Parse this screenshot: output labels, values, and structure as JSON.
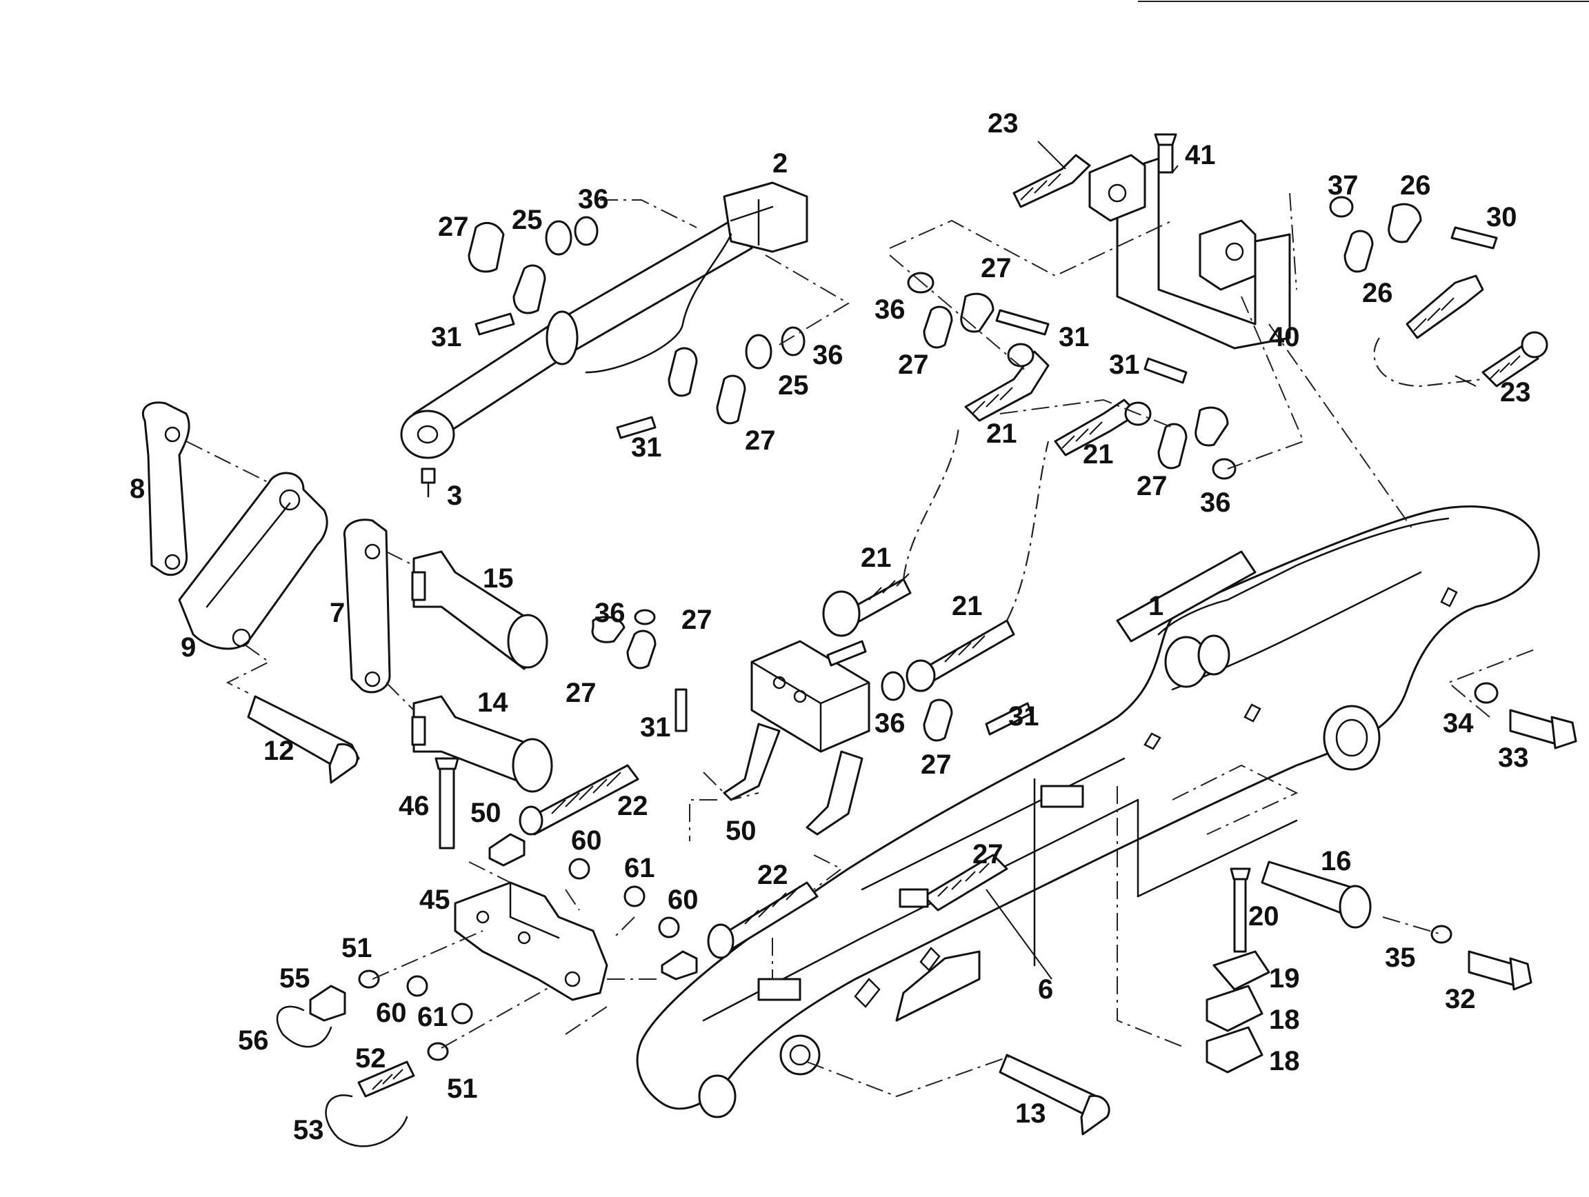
{
  "diagram": {
    "callouts": [
      {
        "id": "c1",
        "label": "1"
      },
      {
        "id": "c2",
        "label": "2"
      },
      {
        "id": "c3",
        "label": "3"
      },
      {
        "id": "c6",
        "label": "6"
      },
      {
        "id": "c7",
        "label": "7"
      },
      {
        "id": "c8",
        "label": "8"
      },
      {
        "id": "c9",
        "label": "9"
      },
      {
        "id": "c12",
        "label": "12"
      },
      {
        "id": "c13",
        "label": "13"
      },
      {
        "id": "c14",
        "label": "14"
      },
      {
        "id": "c15",
        "label": "15"
      },
      {
        "id": "c16",
        "label": "16"
      },
      {
        "id": "c18a",
        "label": "18"
      },
      {
        "id": "c18b",
        "label": "18"
      },
      {
        "id": "c19",
        "label": "19"
      },
      {
        "id": "c20",
        "label": "20"
      },
      {
        "id": "c21a",
        "label": "21"
      },
      {
        "id": "c21b",
        "label": "21"
      },
      {
        "id": "c21c",
        "label": "21"
      },
      {
        "id": "c21d",
        "label": "21"
      },
      {
        "id": "c22a",
        "label": "22"
      },
      {
        "id": "c22b",
        "label": "22"
      },
      {
        "id": "c23a",
        "label": "23"
      },
      {
        "id": "c23b",
        "label": "23"
      },
      {
        "id": "c25a",
        "label": "25"
      },
      {
        "id": "c25b",
        "label": "25"
      },
      {
        "id": "c26a",
        "label": "26"
      },
      {
        "id": "c26b",
        "label": "26"
      },
      {
        "id": "c27a",
        "label": "27"
      },
      {
        "id": "c27b",
        "label": "27"
      },
      {
        "id": "c27c",
        "label": "27"
      },
      {
        "id": "c27d",
        "label": "27"
      },
      {
        "id": "c27e",
        "label": "27"
      },
      {
        "id": "c27f",
        "label": "27"
      },
      {
        "id": "c27g",
        "label": "27"
      },
      {
        "id": "c27h",
        "label": "27"
      },
      {
        "id": "c27i",
        "label": "27"
      },
      {
        "id": "c30",
        "label": "30"
      },
      {
        "id": "c31a",
        "label": "31"
      },
      {
        "id": "c31b",
        "label": "31"
      },
      {
        "id": "c31c",
        "label": "31"
      },
      {
        "id": "c31d",
        "label": "31"
      },
      {
        "id": "c31e",
        "label": "31"
      },
      {
        "id": "c31f",
        "label": "31"
      },
      {
        "id": "c32",
        "label": "32"
      },
      {
        "id": "c33",
        "label": "33"
      },
      {
        "id": "c34",
        "label": "34"
      },
      {
        "id": "c35",
        "label": "35"
      },
      {
        "id": "c36a",
        "label": "36"
      },
      {
        "id": "c36b",
        "label": "36"
      },
      {
        "id": "c36c",
        "label": "36"
      },
      {
        "id": "c36d",
        "label": "36"
      },
      {
        "id": "c36e",
        "label": "36"
      },
      {
        "id": "c36f",
        "label": "36"
      },
      {
        "id": "c37",
        "label": "37"
      },
      {
        "id": "c40",
        "label": "40"
      },
      {
        "id": "c41",
        "label": "41"
      },
      {
        "id": "c45",
        "label": "45"
      },
      {
        "id": "c46",
        "label": "46"
      },
      {
        "id": "c50a",
        "label": "50"
      },
      {
        "id": "c50b",
        "label": "50"
      },
      {
        "id": "c51a",
        "label": "51"
      },
      {
        "id": "c51b",
        "label": "51"
      },
      {
        "id": "c52",
        "label": "52"
      },
      {
        "id": "c53",
        "label": "53"
      },
      {
        "id": "c55",
        "label": "55"
      },
      {
        "id": "c56",
        "label": "56"
      },
      {
        "id": "c60a",
        "label": "60"
      },
      {
        "id": "c60b",
        "label": "60"
      },
      {
        "id": "c60c",
        "label": "60"
      },
      {
        "id": "c61a",
        "label": "61"
      },
      {
        "id": "c61b",
        "label": "61"
      }
    ]
  }
}
